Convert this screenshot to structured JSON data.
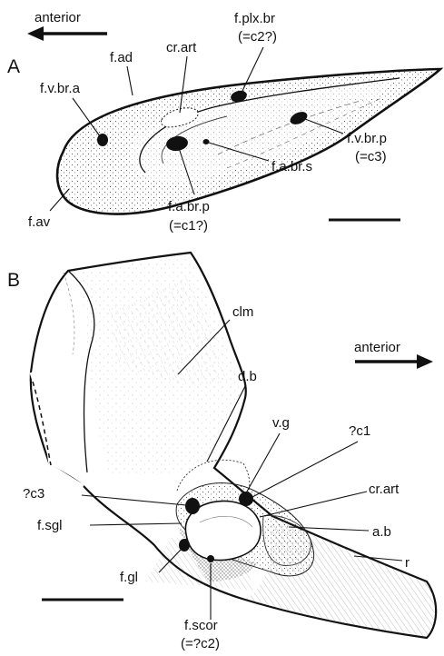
{
  "figure": {
    "panel_a": {
      "letter": "A",
      "direction": "anterior",
      "labels": {
        "f_ad": "f.ad",
        "f_v_br_a": "f.v.br.a",
        "cr_art": "cr.art",
        "f_plx_br": "f.plx.br",
        "f_plx_br_sub": "(=c2?)",
        "f_v_br_p": "f.v.br.p",
        "f_v_br_p_sub": "(=c3)",
        "f_a_br_s": "f.a.br.s",
        "f_a_br_p": "f.a.br.p",
        "f_a_br_p_sub": "(=c1?)",
        "f_av": "f.av"
      }
    },
    "panel_b": {
      "letter": "B",
      "direction": "anterior",
      "labels": {
        "clm": "clm",
        "d_b": "d.b",
        "v_g": "v.g",
        "q_c1": "?c1",
        "q_c3": "?c3",
        "cr_art": "cr.art",
        "f_sgl": "f.sgl",
        "a_b": "a.b",
        "f_gl": "f.gl",
        "r": "r",
        "f_scor": "f.scor",
        "f_scor_sub": "(=?c2)"
      }
    }
  }
}
